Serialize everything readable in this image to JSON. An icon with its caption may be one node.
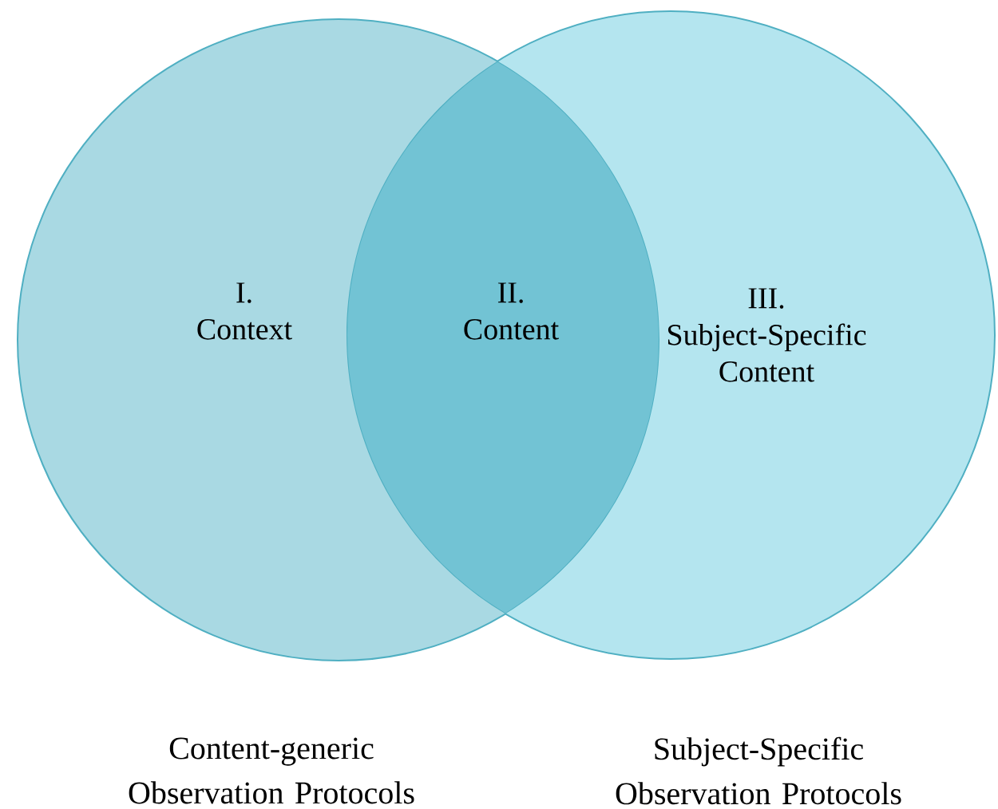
{
  "diagram": {
    "nodes": [
      {
        "text": [
          "I. Context"
        ]
      },
      {
        "text": [
          "II. Content"
        ]
      },
      {
        "text": [
          "III. Subject-Specific Content"
        ]
      }
    ],
    "labels": [
      "Content-generic Observation Protocols",
      "Subject-Specific Observation Protocols"
    ]
  }
}
